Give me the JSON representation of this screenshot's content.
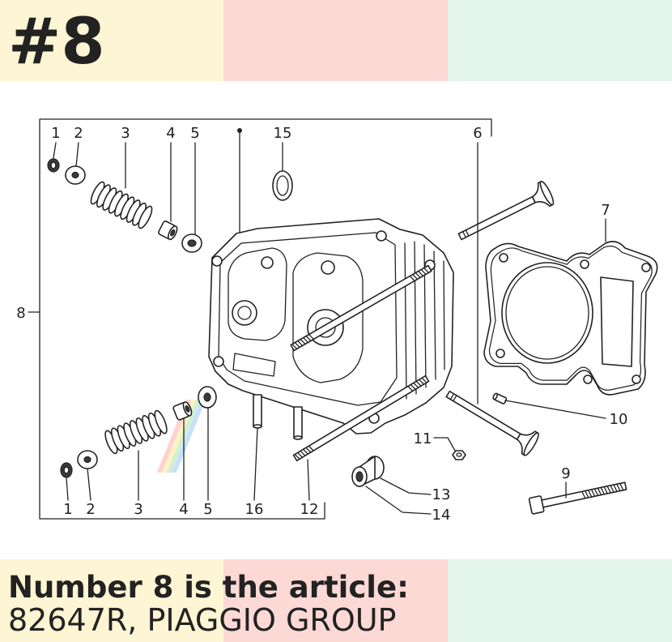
{
  "header": {
    "title": "#8"
  },
  "diagram": {
    "assembly_label": "8",
    "top_row": [
      "1",
      "2",
      "3",
      "4",
      "5",
      "15",
      "6"
    ],
    "right_side": [
      "7",
      "10",
      "11",
      "9",
      "13",
      "14"
    ],
    "bottom_row": [
      "1",
      "2",
      "3",
      "4",
      "5",
      "16",
      "12"
    ]
  },
  "footer": {
    "line1": "Number 8 is the article:",
    "line2": "82647R, PIAGGIO GROUP"
  },
  "colors": {
    "band_left": "#fdf5d3",
    "band_middle": "#fcd9d5",
    "band_right": "#e3f4ed",
    "ink": "#222222"
  }
}
